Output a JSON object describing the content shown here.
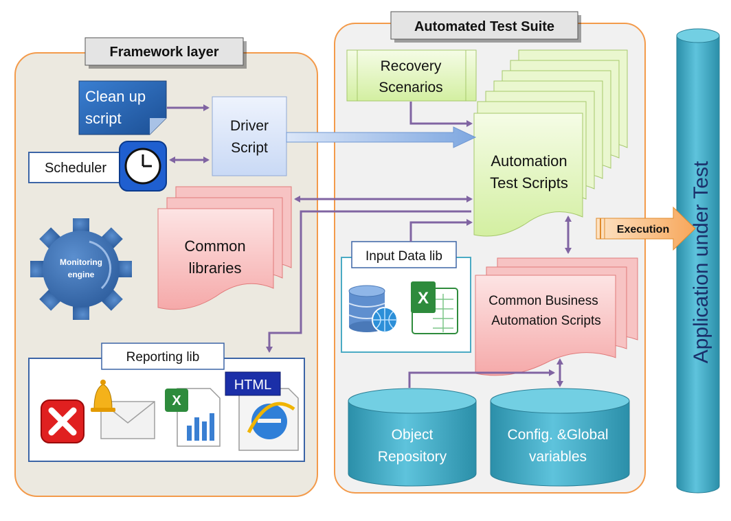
{
  "framework": {
    "title": "Framework layer",
    "cleanup_line1": "Clean up",
    "cleanup_line2": "script",
    "driver_line1": "Driver",
    "driver_line2": "Script",
    "scheduler": "Scheduler",
    "common_libs_line1": "Common",
    "common_libs_line2": "libraries",
    "monitoring_line1": "Monitoring",
    "monitoring_line2": "engine",
    "reporting_title": "Reporting lib",
    "html_badge": "HTML"
  },
  "suite": {
    "title": "Automated Test Suite",
    "recovery_line1": "Recovery",
    "recovery_line2": "Scenarios",
    "ats_line1": "Automation",
    "ats_line2": "Test Scripts",
    "input_data_title": "Input Data lib",
    "cbas_line1": "Common Business",
    "cbas_line2": "Automation Scripts",
    "object_repo_line1": "Object",
    "object_repo_line2": "Repository",
    "config_line1": "Config. &Global",
    "config_line2": "variables"
  },
  "execution_label": "Execution",
  "aut_label": "Application under Test",
  "colors": {
    "panel_border": "#F4A460",
    "panel_fill_left": "#EDEAE0",
    "panel_fill_right": "#F1F1F1",
    "connector": "#8064A2",
    "cylinder": "#4BACC6",
    "pink_doc": "#F8C8C8",
    "green_doc": "#E6F5C4",
    "blue_box": "#DCE6F8"
  },
  "icons": [
    "clock-icon",
    "gear-icon",
    "database-globe-icon",
    "excel-icon",
    "error-x-icon",
    "bell-mail-icon",
    "excel-chart-icon",
    "internet-explorer-icon"
  ]
}
